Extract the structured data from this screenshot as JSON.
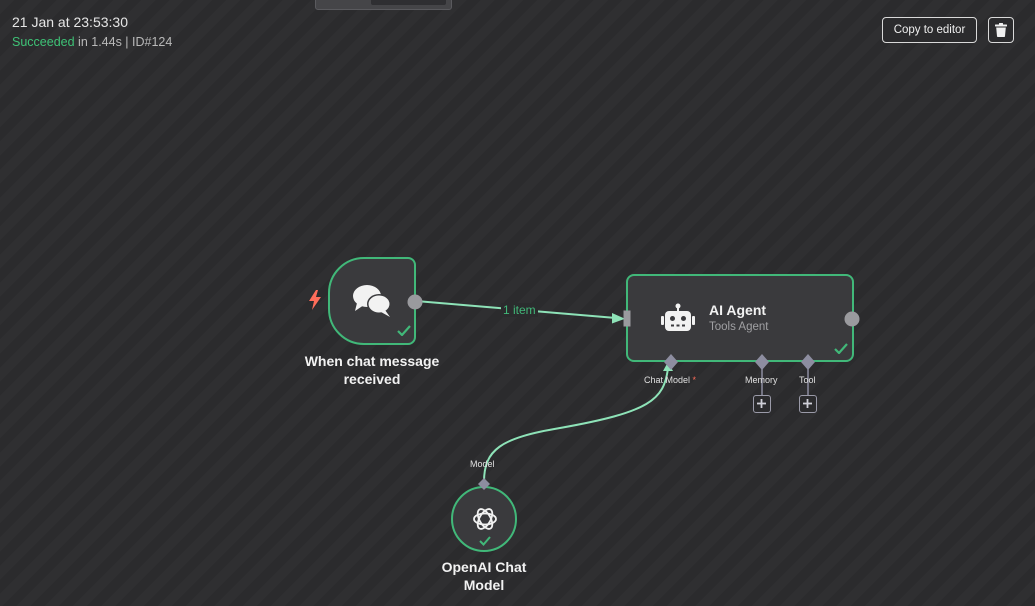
{
  "execution": {
    "timestamp": "21 Jan at 23:53:30",
    "status": "Succeeded",
    "details": " in 1.44s | ID#124"
  },
  "actions": {
    "copy_label": "Copy to editor"
  },
  "nodes": {
    "trigger": {
      "label_line1": "When chat message",
      "label_line2": "received"
    },
    "agent": {
      "title": "AI Agent",
      "subtitle": "Tools Agent"
    },
    "openai": {
      "label_line1": "OpenAI Chat",
      "label_line2": "Model"
    }
  },
  "ports": {
    "chat_model": "Chat Model",
    "required_mark": "*",
    "memory": "Memory",
    "tool": "Tool",
    "model": "Model"
  },
  "edges": {
    "main_label": "1 item"
  },
  "colors": {
    "success": "#41b879",
    "trigger_bolt": "#ff6d5a",
    "port": "#8d8da0"
  }
}
